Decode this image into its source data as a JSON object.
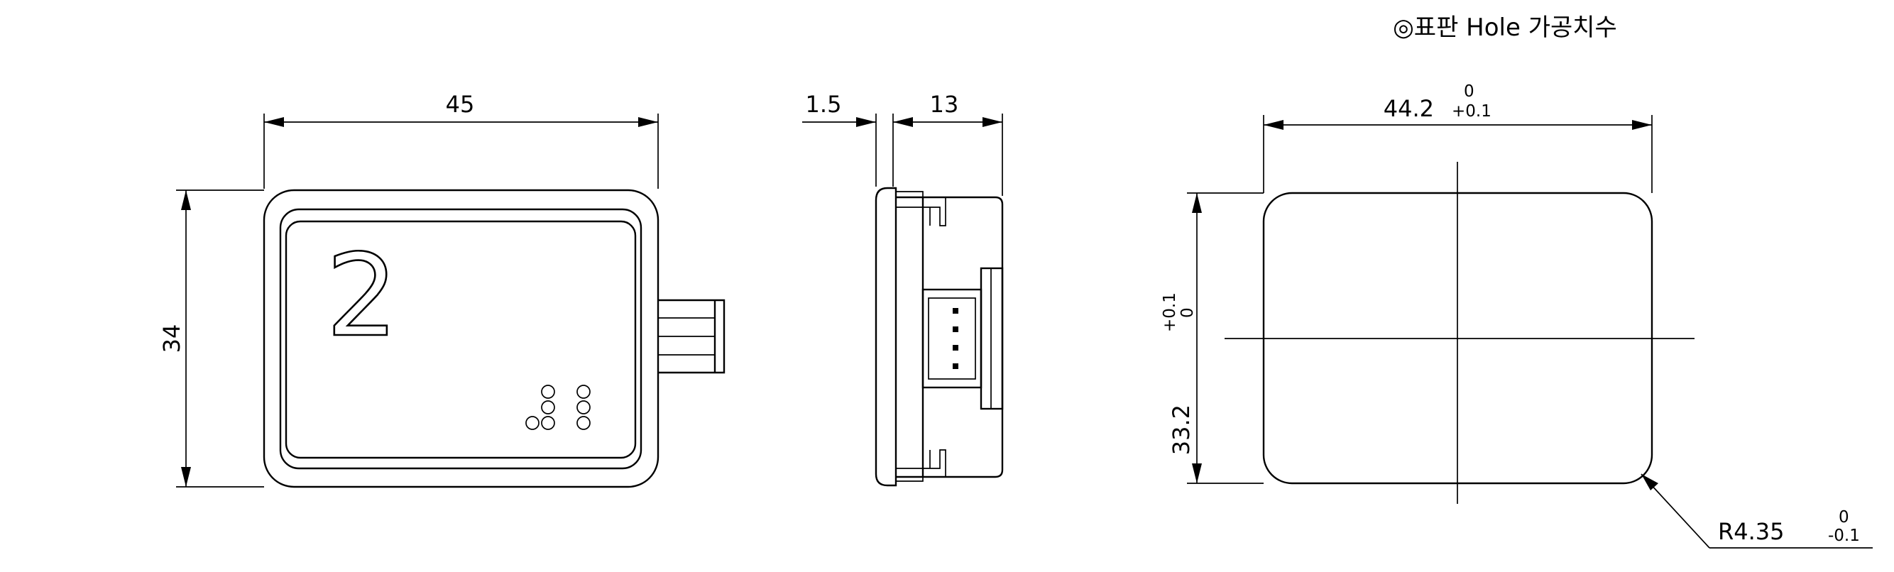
{
  "title": "◎표판 Hole 가공치수",
  "front_view": {
    "width_dim": "45",
    "height_dim": "34",
    "button_digit": "2",
    "braille_dot_count": 7
  },
  "side_view": {
    "flange_dim": "1.5",
    "depth_dim": "13"
  },
  "hole_view": {
    "width_dim": "44.2",
    "width_tol_upper": "+0.1",
    "width_tol_lower": "0",
    "height_dim": "33.2",
    "height_tol_upper": "+0.1",
    "height_tol_lower": "0",
    "radius_dim": "R4.35",
    "radius_tol_upper": "0",
    "radius_tol_lower": "-0.1"
  }
}
